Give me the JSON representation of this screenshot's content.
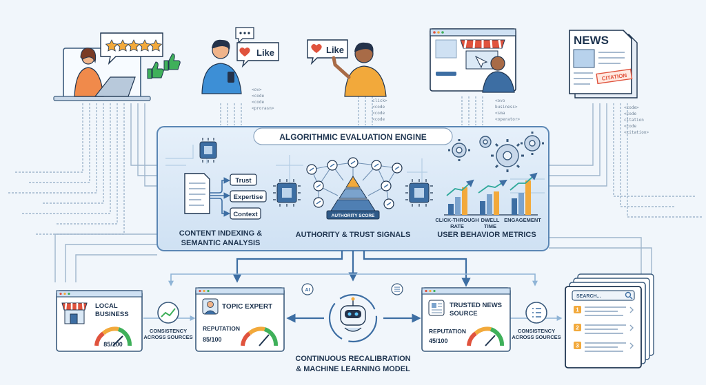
{
  "engine": {
    "title": "ALGORITHMIC EVALUATION ENGINE",
    "content": {
      "label_line1": "CONTENT INDEXING &",
      "label_line2": "SEMANTIC ANALYSIS",
      "tags": [
        "Trust",
        "Expertise",
        "Context"
      ]
    },
    "authority": {
      "label": "AUTHORITY & TRUST SIGNALS",
      "score_label": "AUTHORITY SCORE"
    },
    "behavior": {
      "label": "USER BEHAVIOR METRICS",
      "metrics": [
        {
          "line1": "CLICK-THROUGH",
          "line2": "RATE"
        },
        {
          "line1": "DWELL",
          "line2": "TIME"
        },
        {
          "line1": "ENGAGEMENT",
          "line2": ""
        }
      ]
    }
  },
  "inputs": {
    "like_label": "Like",
    "like_label_2": "Like",
    "news_label": "NEWS",
    "citation_label": "CITATION",
    "code_snippets": [
      [
        "<ov>",
        "<code",
        "<code",
        "<prorasn>"
      ],
      [
        "click>",
        "<code",
        "<code",
        "<code"
      ],
      [
        "<ovo",
        "business>",
        "<sma",
        "<operator>"
      ],
      [
        "<code>",
        "<code",
        "citation",
        "<code",
        "<citation>"
      ]
    ]
  },
  "entities": {
    "local_business": {
      "title_line1": "LOCAL",
      "title_line2": "BUSINESS",
      "score": "85/100"
    },
    "topic_expert": {
      "title": "TOPIC EXPERT",
      "reputation_label": "REPUTATION",
      "score": "85/100"
    },
    "news_source": {
      "title_line1": "TRUSTED NEWS",
      "title_line2": "SOURCE",
      "reputation_label": "REPUTATION",
      "score": "45/100"
    },
    "consistency_left": {
      "line1": "CONSISTENCY",
      "line2": "ACROSS SOURCES"
    },
    "consistency_right": {
      "line1": "CONSISTENCY",
      "line2": "ACROSS SOURCES"
    }
  },
  "ml_model": {
    "line1": "CONTINUOUS RECALIBRATION",
    "line2": "& MACHINE LEARNING MODEL",
    "ai_badge": "AI"
  },
  "search": {
    "placeholder": "SEARCH...",
    "results": [
      "1",
      "2",
      "3"
    ]
  },
  "colors": {
    "accent": "#f2a93b",
    "primary": "#3d6ea3",
    "dark": "#1f3550",
    "panel": "#dbe9f6",
    "success": "#3fb05a",
    "danger": "#e0533d"
  }
}
